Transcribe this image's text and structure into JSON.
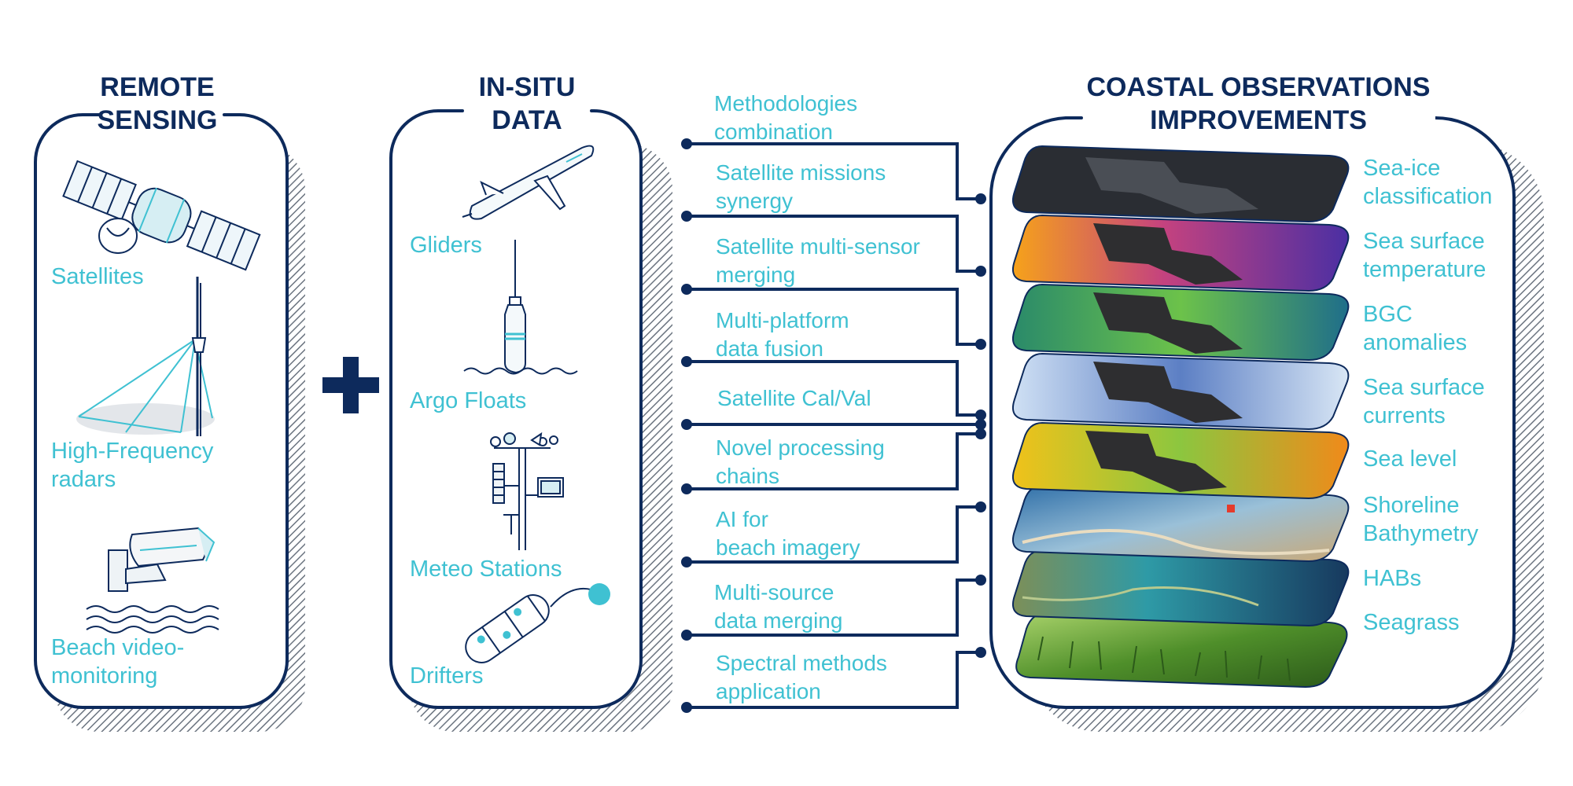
{
  "colors": {
    "navy": "#0d2a5c",
    "cyan": "#3fc1d2",
    "shadow_hatch": "#6b7480"
  },
  "remote_sensing": {
    "title": "REMOTE\nSENSING",
    "items": [
      {
        "label": "Satellites",
        "icon": "satellite-icon"
      },
      {
        "label": "High-Frequency\nradars",
        "icon": "radar-tower-icon"
      },
      {
        "label": "Beach video-\nmonitoring",
        "icon": "camera-icon"
      }
    ]
  },
  "plus_symbol": "+",
  "in_situ": {
    "title": "IN-SITU\nDATA",
    "items": [
      {
        "label": "Gliders",
        "icon": "glider-icon"
      },
      {
        "label": "Argo Floats",
        "icon": "argo-float-icon"
      },
      {
        "label": "Meteo Stations",
        "icon": "meteo-station-icon"
      },
      {
        "label": "Drifters",
        "icon": "drifter-icon"
      }
    ]
  },
  "methods": [
    "Methodologies\ncombination",
    "Satellite missions\nsynergy",
    "Satellite multi-sensor\nmerging",
    "Multi-platform\ndata fusion",
    "Satellite Cal/Val",
    "Novel processing\nchains",
    "AI for\nbeach imagery",
    "Multi-source\ndata merging",
    "Spectral methods\napplication"
  ],
  "coastal": {
    "title": "COASTAL OBSERVATIONS\nIMPROVEMENTS",
    "outputs": [
      "Sea-ice\nclassification",
      "Sea surface\ntemperature",
      "BGC\nanomalies",
      "Sea surface\ncurrents",
      "Sea level",
      "Shoreline\nBathymetry",
      "HABs",
      "Seagrass"
    ]
  }
}
